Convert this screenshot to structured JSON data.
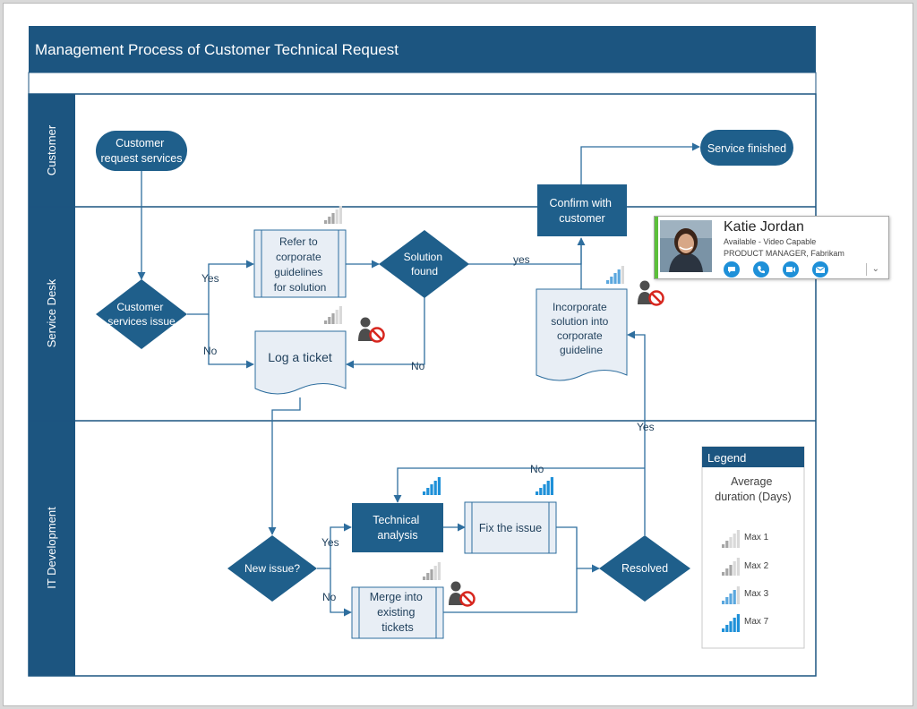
{
  "diagram": {
    "title": "Management Process of Customer Technical Request",
    "lanes": [
      "Customer",
      "Service Desk",
      "IT Development"
    ],
    "nodes": {
      "customer_request": [
        "Customer",
        "request services"
      ],
      "service_finished": "Service finished",
      "confirm_customer": [
        "Confirm with",
        "customer"
      ],
      "customer_issue": [
        "Customer",
        "services issue"
      ],
      "refer_guidelines": [
        "Refer to",
        "corporate",
        "guidelines",
        "for solution"
      ],
      "solution_found": [
        "Solution",
        "found"
      ],
      "log_ticket": "Log a ticket",
      "incorporate": [
        "Incorporate",
        "solution into",
        "corporate",
        "guideline"
      ],
      "new_issue": "New issue?",
      "technical_analysis": [
        "Technical",
        "analysis"
      ],
      "fix_issue": "Fix the issue",
      "merge_tickets": [
        "Merge into",
        "existing",
        "tickets"
      ],
      "resolved": "Resolved"
    },
    "edge_labels": {
      "yes_refer": "Yes",
      "no_log": "No",
      "yes_confirm": "yes",
      "no_log_back": "No",
      "yes_incorporate": "Yes",
      "no_analysis": "No",
      "yes_analysis": "Yes",
      "no_merge": "No"
    },
    "legend": {
      "title": "Legend",
      "subtitle": [
        "Average",
        "duration (Days)"
      ],
      "items": [
        {
          "label": "Max 1",
          "level": 1,
          "color": "#a6a6a6"
        },
        {
          "label": "Max 2",
          "level": 2,
          "color": "#a6a6a6"
        },
        {
          "label": "Max 3",
          "level": 3,
          "color": "#5aa7de"
        },
        {
          "label": "Max 7",
          "level": 7,
          "color": "#1e90d8"
        }
      ]
    },
    "durations": {
      "refer_guidelines": 2,
      "log_ticket": 2,
      "incorporate": 3,
      "technical_analysis": 7,
      "fix_issue": 7,
      "merge_tickets": 2
    }
  },
  "contact_card": {
    "name": "Katie Jordan",
    "status": "Available - Video Capable",
    "title": "PRODUCT MANAGER",
    "company": "Fabrikam",
    "actions": [
      "im-icon",
      "phone-icon",
      "video-icon",
      "email-icon"
    ],
    "presence_color": "#5cbf3a"
  },
  "colors": {
    "primary": "#1f5f8b",
    "header": "#1c5580",
    "line": "#2e6e9e",
    "box_fill": "#e8eef5"
  }
}
